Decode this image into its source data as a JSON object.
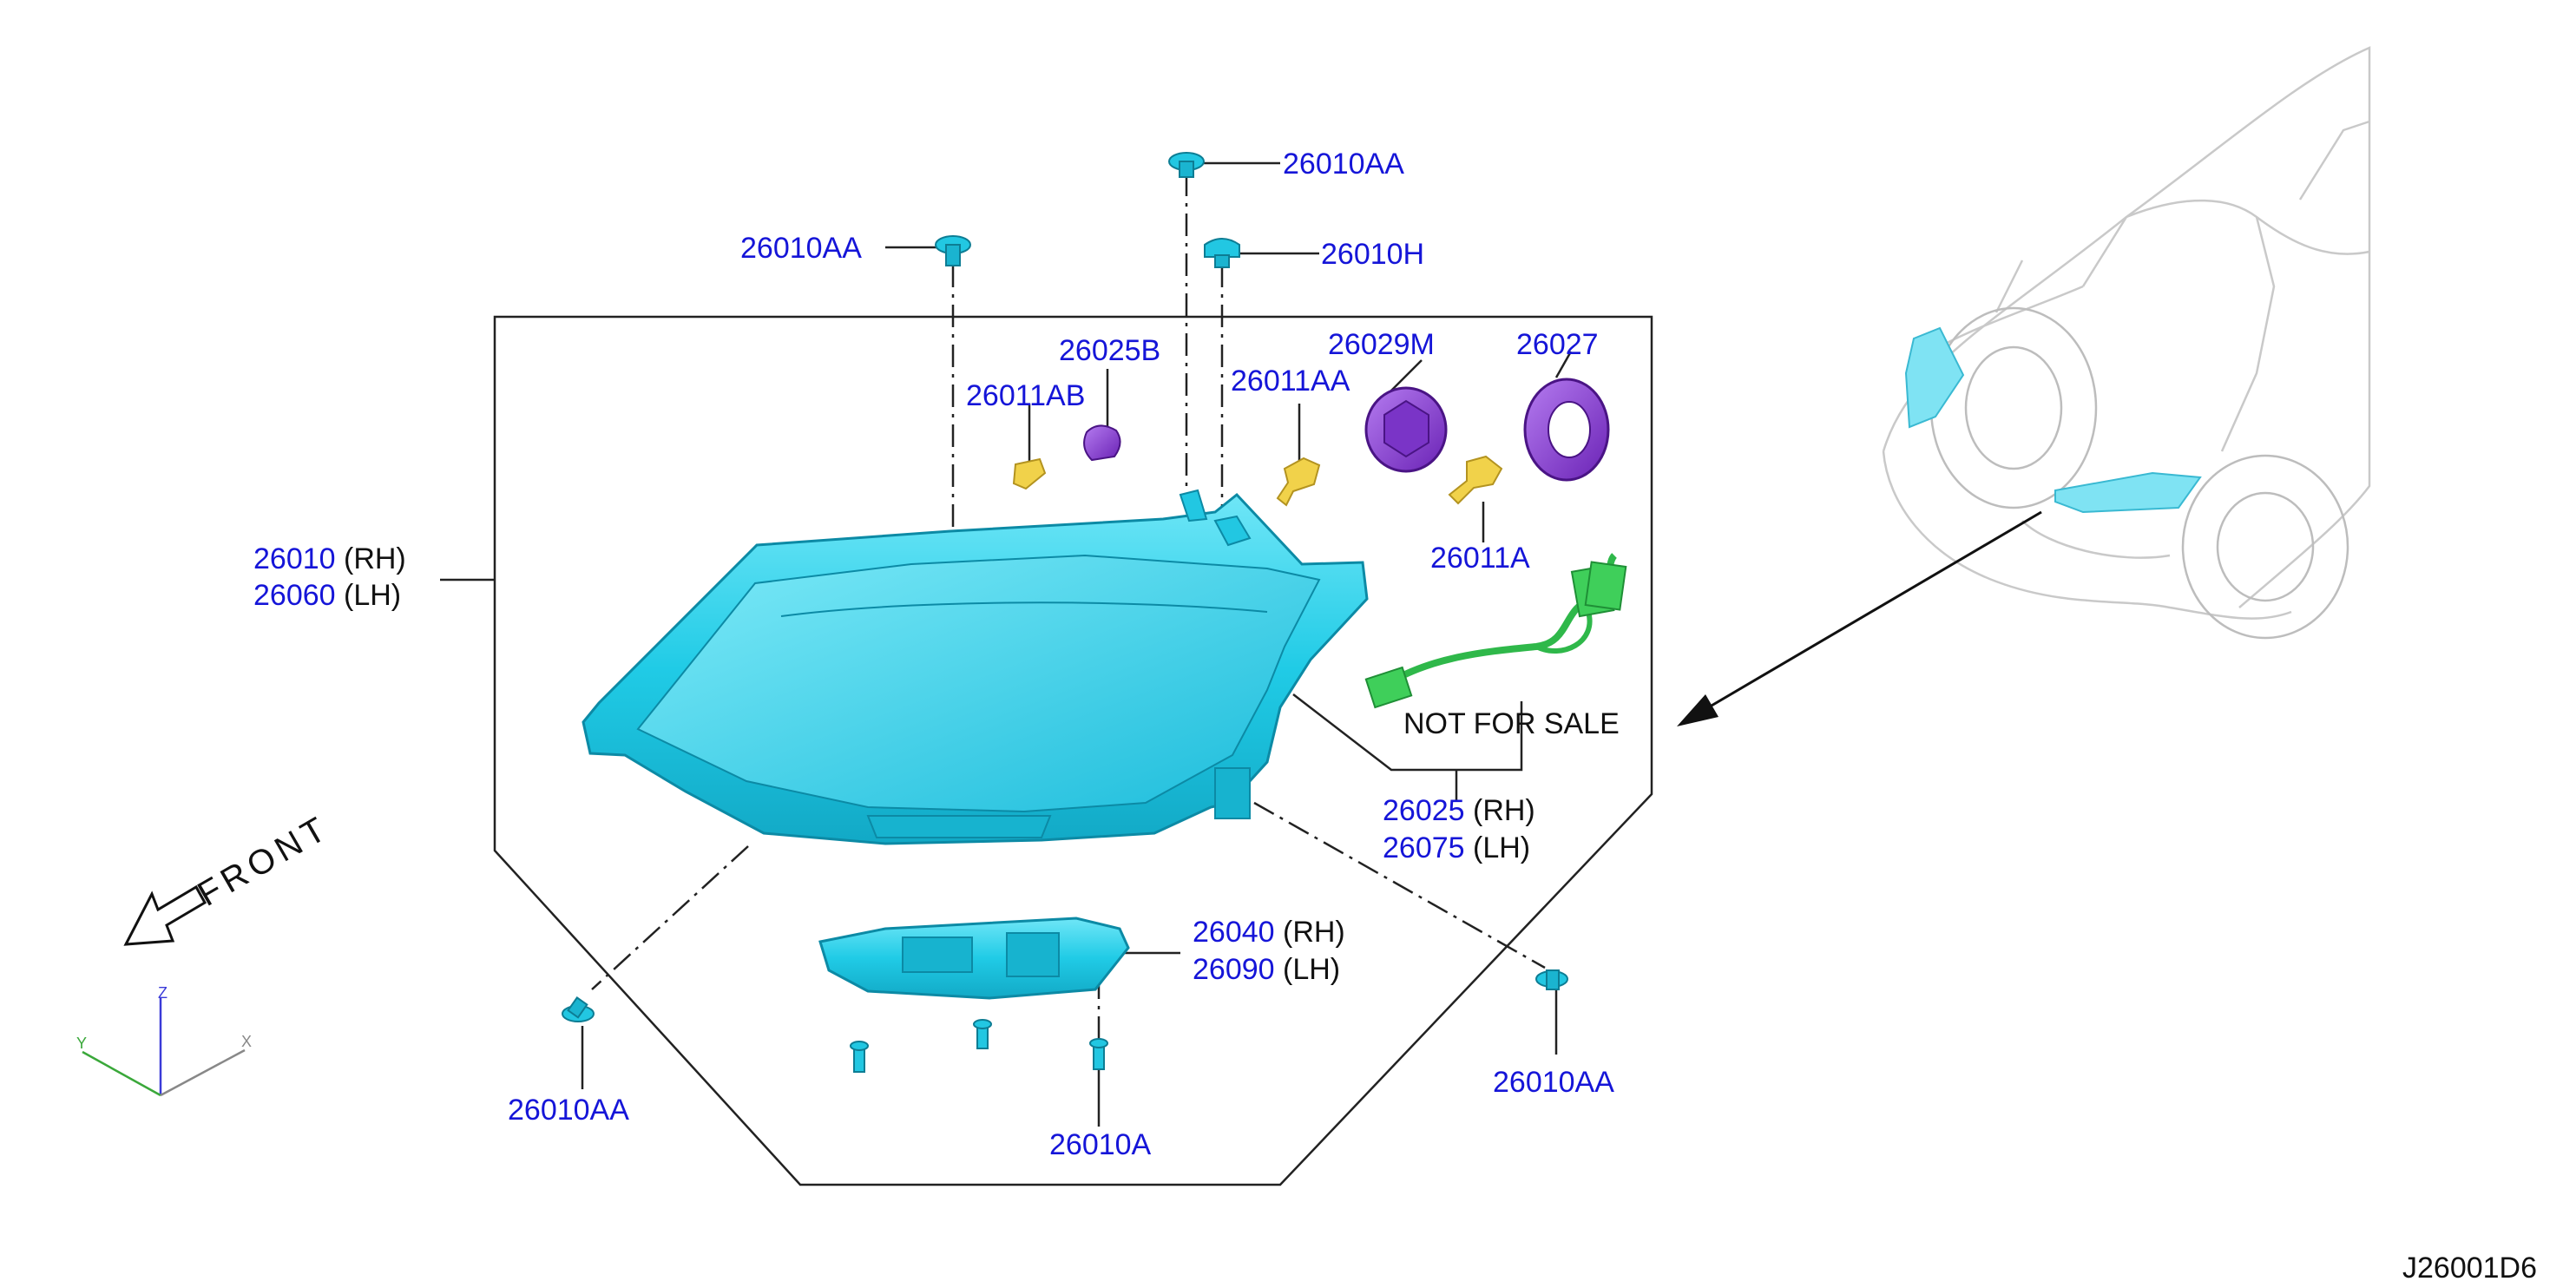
{
  "colors": {
    "part_number": "#1515d8",
    "headlamp": "#20cbe6",
    "bulb": "#e8c83a",
    "socket": "#8a3fd1",
    "harness": "#3fcf5a",
    "line": "#222222",
    "axis_x": "#888888",
    "axis_y": "#3aa83a",
    "axis_z": "#3a3ad8"
  },
  "labels": {
    "aa_top": "26010AA",
    "aa_left_top": "26010AA",
    "h": "26010H",
    "b_25": "26025B",
    "m_29": "26029M",
    "n_27": "26027",
    "ab_11": "26011AB",
    "aa_11": "26011AA",
    "a_11": "26011A",
    "headlamp_rh": "26010",
    "headlamp_lh": "26060",
    "harness_rh": "26025",
    "harness_lh": "26075",
    "module_rh": "26040",
    "module_lh": "26090",
    "aa_bottom_left": "26010AA",
    "aa_bottom_right": "26010AA",
    "a_bottom": "26010A",
    "rh": "(RH)",
    "lh": "(LH)",
    "not_for_sale": "NOT FOR SALE",
    "front": "FRONT",
    "figure_code": "J26001D6"
  },
  "axes": {
    "x": "X",
    "y": "Y",
    "z": "Z"
  },
  "icons": [
    "front-direction-arrow-icon",
    "xyz-axis-icon",
    "vehicle-location-icon"
  ]
}
